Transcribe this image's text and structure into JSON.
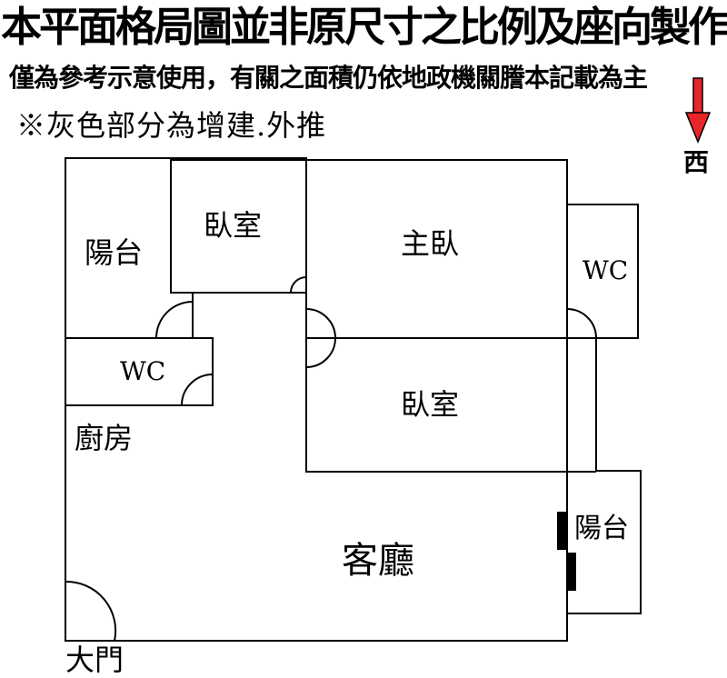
{
  "header": {
    "title": "本平面格局圖並非原尺寸之比例及座向製作",
    "subtitle": "僅為參考示意使用，有關之面積仍依地政機關謄本記載為主",
    "note": "※灰色部分為增建.外推"
  },
  "orientation": {
    "direction_label": "西",
    "arrow_color": "#e8262a",
    "arrow_icon": "down-arrow-icon"
  },
  "rooms": {
    "balcony_left": "陽台",
    "bedroom_top": "臥室",
    "master_bedroom": "主臥",
    "wc_right": "WC",
    "wc_left": "WC",
    "kitchen": "廚房",
    "bedroom_middle": "臥室",
    "living_room": "客廳",
    "balcony_right": "陽台",
    "main_door": "大門"
  },
  "colors": {
    "wall": "#000000",
    "background": "#ffffff",
    "arrow": "#e8262a"
  }
}
